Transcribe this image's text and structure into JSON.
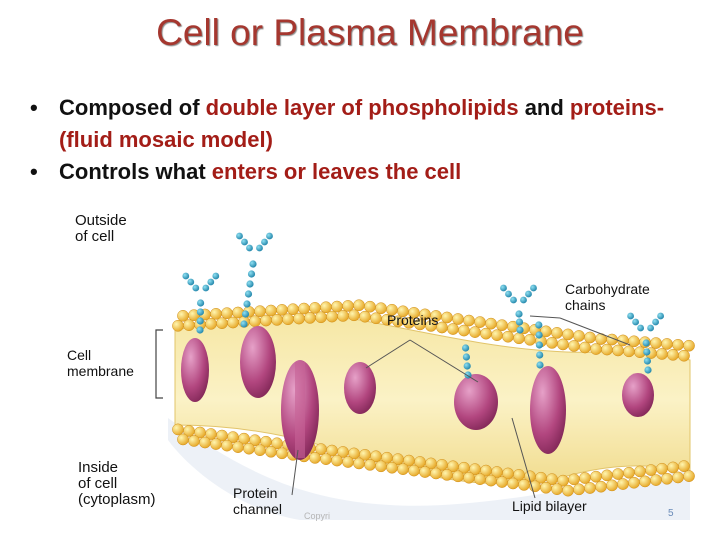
{
  "slide": {
    "title": "Cell or Plasma Membrane",
    "bullets": [
      {
        "parts": [
          {
            "text": "Composed of ",
            "highlight": false
          },
          {
            "text": "double layer of phospholipids",
            "highlight": true
          },
          {
            "text": " and ",
            "highlight": false
          },
          {
            "text": "proteins-(fluid mosaic model)",
            "highlight": true
          }
        ]
      },
      {
        "parts": [
          {
            "text": "Controls what ",
            "highlight": false
          },
          {
            "text": "enters or leaves the cell",
            "highlight": true
          }
        ]
      }
    ],
    "highlight_color": "#a31d17",
    "title_color": "#a5372f"
  },
  "diagram": {
    "labels": {
      "outside": "Outside\nof cell",
      "carbohydrate": "Carbohydrate\nchains",
      "proteins": "Proteins",
      "cell_membrane": "Cell\nmembrane",
      "inside": "Inside\nof cell\n(cytoplasm)",
      "protein_channel": "Protein\nchannel",
      "lipid_bilayer": "Lipid bilayer"
    }
  },
  "footer": {
    "copyright": "Copyri",
    "page_number": "5"
  }
}
